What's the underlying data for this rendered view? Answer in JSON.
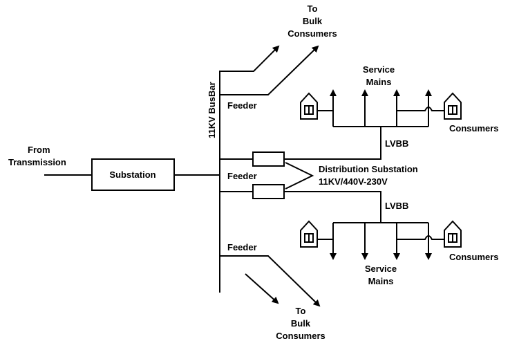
{
  "labels": {
    "from_line1": "From",
    "from_line2": "Transmission",
    "substation": "Substation",
    "busbar": "11KV BusBar",
    "feeder_top": "Feeder",
    "feeder_mid": "Feeder",
    "feeder_bottom": "Feeder",
    "to_top_1": "To",
    "to_top_2": "Bulk",
    "to_top_3": "Consumers",
    "to_bottom_1": "To",
    "to_bottom_2": "Bulk",
    "to_bottom_3": "Consumers",
    "service_top_1": "Service",
    "service_top_2": "Mains",
    "service_bottom_1": "Service",
    "service_bottom_2": "Mains",
    "consumers_top": "Consumers",
    "consumers_bottom": "Consumers",
    "lvbb_top": "LVBB",
    "lvbb_bottom": "LVBB",
    "dist_sub_1": "Distribution Substation",
    "dist_sub_2": "11KV/440V-230V"
  }
}
